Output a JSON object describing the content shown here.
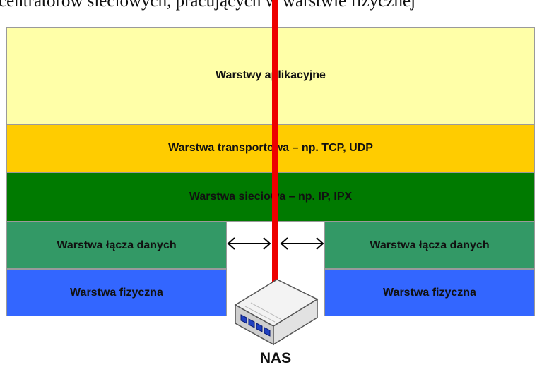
{
  "header_text": "centratorów sieciowych, pracujących w warstwie fizycznej",
  "layers": {
    "application": "Warstwy aplikacyjne",
    "transport": "Warstwa transportowa – np. TCP, UDP",
    "network": "Warstwa sieciowa – np. IP, IPX",
    "datalink_left": "Warstwa łącza danych",
    "datalink_right": "Warstwa łącza danych",
    "physical_left": "Warstwa fizyczna",
    "physical_right": "Warstwa fizyczna"
  },
  "device": {
    "label": "NAS",
    "icon": "nas-device-icon"
  },
  "colors": {
    "application": "#ffffa8",
    "transport": "#ffcc00",
    "network": "#007a00",
    "datalink": "#339966",
    "physical": "#3366ff",
    "red_line": "#ee0000"
  }
}
